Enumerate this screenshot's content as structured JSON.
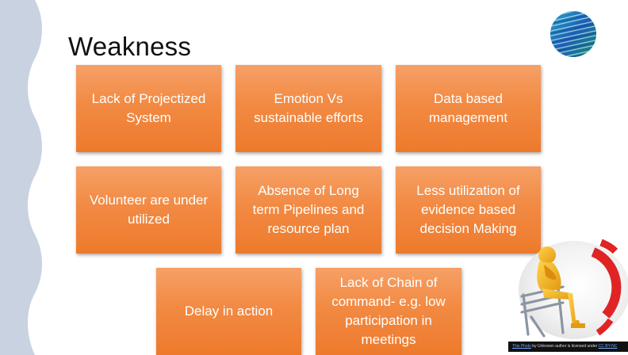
{
  "slide": {
    "title": "Weakness",
    "boxes": [
      "Lack of Projectized System",
      "Emotion Vs sustainable efforts",
      "Data based management",
      "Volunteer are under utilized",
      "Absence of Long term Pipelines and resource plan",
      "Less utilization of evidence based decision Making",
      "Delay in action",
      "Lack of Chain of command- e.g. low participation in meetings"
    ],
    "credit": {
      "link": "This Photo",
      "text": " by Unknown author is licensed under ",
      "license": "CC BY-NC"
    }
  },
  "colors": {
    "box": "#f28a43",
    "wave": "#c9d2e1"
  },
  "icons": [
    "striped-orb-icon",
    "sitting-person-illustration"
  ]
}
